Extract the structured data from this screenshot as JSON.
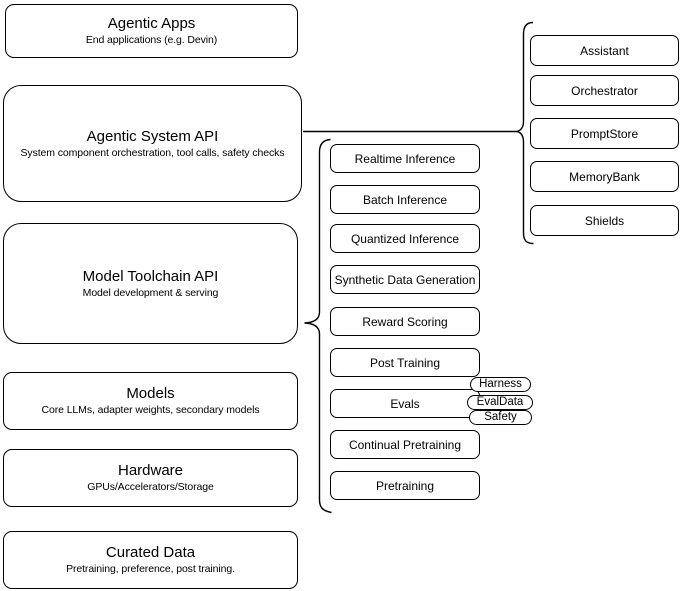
{
  "diagram": {
    "left_stack": [
      {
        "title": "Agentic Apps",
        "subtitle": "End applications (e.g. Devin)"
      },
      {
        "title": "Agentic System API",
        "subtitle": "System component orchestration, tool calls, safety checks"
      },
      {
        "title": "Model Toolchain API",
        "subtitle": "Model development & serving"
      },
      {
        "title": "Models",
        "subtitle": "Core LLMs, adapter weights, secondary models"
      },
      {
        "title": "Hardware",
        "subtitle": "GPUs/Accelerators/Storage"
      },
      {
        "title": "Curated Data",
        "subtitle": "Pretraining, preference, post training."
      }
    ],
    "toolchain_items": [
      "Realtime Inference",
      "Batch Inference",
      "Quantized Inference",
      "Synthetic Data Generation",
      "Reward Scoring",
      "Post Training",
      "Evals",
      "Continual Pretraining",
      "Pretraining"
    ],
    "evals_tags": [
      "Harness",
      "EvalData",
      "Safety"
    ],
    "system_components": [
      "Assistant",
      "Orchestrator",
      "PromptStore",
      "MemoryBank",
      "Shields"
    ],
    "colors": {
      "stroke": "#000000",
      "background": "#ffffff"
    }
  }
}
